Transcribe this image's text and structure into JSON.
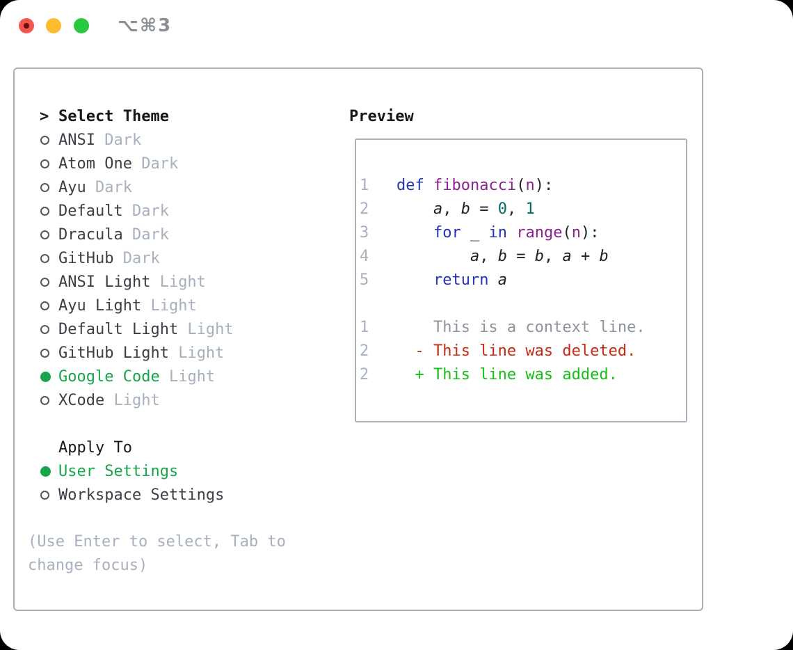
{
  "window": {
    "title": "⌥⌘3",
    "traffic_lights": [
      "close",
      "minimize",
      "zoom"
    ]
  },
  "theme_panel": {
    "header_marker": ">",
    "header": "Select Theme",
    "items": [
      {
        "id": "ansi-dark",
        "name": "ANSI",
        "variant": "Dark",
        "selected": false
      },
      {
        "id": "atom-one-dark",
        "name": "Atom One",
        "variant": "Dark",
        "selected": false
      },
      {
        "id": "ayu-dark",
        "name": "Ayu",
        "variant": "Dark",
        "selected": false
      },
      {
        "id": "default-dark",
        "name": "Default",
        "variant": "Dark",
        "selected": false
      },
      {
        "id": "dracula-dark",
        "name": "Dracula",
        "variant": "Dark",
        "selected": false
      },
      {
        "id": "github-dark",
        "name": "GitHub",
        "variant": "Dark",
        "selected": false
      },
      {
        "id": "ansi-light",
        "name": "ANSI Light",
        "variant": "Light",
        "selected": false
      },
      {
        "id": "ayu-light",
        "name": "Ayu Light",
        "variant": "Light",
        "selected": false
      },
      {
        "id": "default-light",
        "name": "Default Light",
        "variant": "Light",
        "selected": false
      },
      {
        "id": "github-light",
        "name": "GitHub Light",
        "variant": "Light",
        "selected": false
      },
      {
        "id": "google-code",
        "name": "Google Code",
        "variant": "Light",
        "selected": true
      },
      {
        "id": "xcode",
        "name": "XCode",
        "variant": "Light",
        "selected": false
      }
    ],
    "apply_to": {
      "header": "Apply To",
      "options": [
        {
          "id": "user-settings",
          "label": "User Settings",
          "selected": true
        },
        {
          "id": "workspace-settings",
          "label": "Workspace Settings",
          "selected": false
        }
      ]
    },
    "help_lines": [
      "(Use Enter to select, Tab to",
      "change focus)"
    ]
  },
  "preview": {
    "header": "Preview",
    "code_lines": [
      {
        "num": "1",
        "tokens": [
          {
            "t": "def",
            "c": "kw"
          },
          {
            "t": " "
          },
          {
            "t": "fibonacci",
            "c": "fn"
          },
          {
            "t": "("
          },
          {
            "t": "n",
            "c": "fn"
          },
          {
            "t": "):"
          }
        ]
      },
      {
        "num": "2",
        "tokens": [
          {
            "t": "    "
          },
          {
            "t": "a",
            "c": "id"
          },
          {
            "t": ", "
          },
          {
            "t": "b",
            "c": "id"
          },
          {
            "t": " = "
          },
          {
            "t": "0",
            "c": "num"
          },
          {
            "t": ", "
          },
          {
            "t": "1",
            "c": "num"
          }
        ]
      },
      {
        "num": "3",
        "tokens": [
          {
            "t": "    "
          },
          {
            "t": "for",
            "c": "kw"
          },
          {
            "t": " _ "
          },
          {
            "t": "in",
            "c": "kw"
          },
          {
            "t": " "
          },
          {
            "t": "range",
            "c": "fn"
          },
          {
            "t": "("
          },
          {
            "t": "n",
            "c": "fn"
          },
          {
            "t": "):"
          }
        ]
      },
      {
        "num": "4",
        "tokens": [
          {
            "t": "        "
          },
          {
            "t": "a",
            "c": "id"
          },
          {
            "t": ", "
          },
          {
            "t": "b",
            "c": "id"
          },
          {
            "t": " = "
          },
          {
            "t": "b",
            "c": "id"
          },
          {
            "t": ", "
          },
          {
            "t": "a",
            "c": "id"
          },
          {
            "t": " + "
          },
          {
            "t": "b",
            "c": "id"
          }
        ]
      },
      {
        "num": "5",
        "tokens": [
          {
            "t": "    "
          },
          {
            "t": "return",
            "c": "kw"
          },
          {
            "t": " "
          },
          {
            "t": "a",
            "c": "id"
          }
        ]
      }
    ],
    "diff_lines": [
      {
        "num": "1",
        "sign": "",
        "kind": "context",
        "text": "This is a context line."
      },
      {
        "num": "2",
        "sign": "-",
        "kind": "deleted",
        "text": "This line was deleted."
      },
      {
        "num": "2",
        "sign": "+",
        "kind": "added",
        "text": "This line was added."
      }
    ]
  },
  "colors": {
    "selection_green": "#17a74a",
    "keyword_blue": "#2334b4",
    "function_purple": "#8b2290",
    "number_teal": "#076965",
    "line_number_gray": "#a7b0bd",
    "muted_gray": "#a7b0bd",
    "diff_deleted_red": "#c62a12",
    "diff_added_green": "#17bd17",
    "border_gray": "#a9b0b9",
    "traffic_red": "#f35650",
    "traffic_yellow": "#fdbc2e",
    "traffic_green": "#27c93f"
  }
}
